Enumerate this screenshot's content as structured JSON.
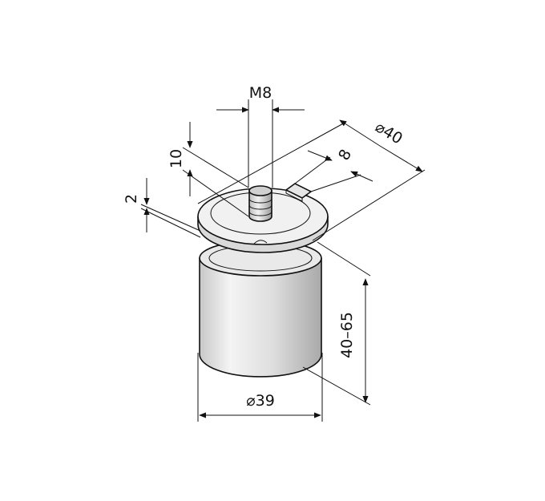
{
  "dimensions": {
    "thread": "M8",
    "stud_height": "10",
    "slot_width": "8",
    "flange_diameter": "⌀40",
    "flange_thickness": "2",
    "height_range": "40–65",
    "body_diameter": "⌀39"
  },
  "colors": {
    "body_light": "#f2f2f2",
    "body_shade": "#bdbdbd",
    "line": "#111111"
  }
}
